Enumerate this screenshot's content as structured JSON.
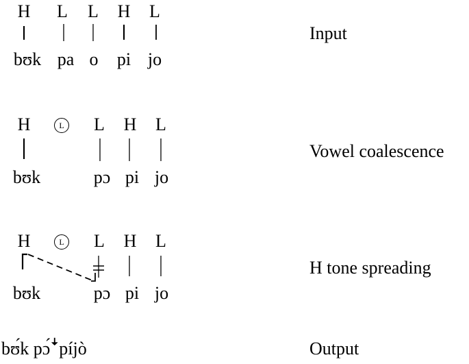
{
  "stages": [
    {
      "label": "Input",
      "tones": [
        "H",
        "L",
        "L",
        "H",
        "L"
      ],
      "syllables": [
        "bʊk",
        "pa",
        "o",
        "pi",
        "jo"
      ]
    },
    {
      "label": "Vowel coalescence",
      "tones": [
        "H",
        "L",
        "L",
        "H",
        "L"
      ],
      "floating_tone": "L",
      "syllables": [
        "bʊk",
        "pɔ",
        "pi",
        "jo"
      ]
    },
    {
      "label": "H tone spreading",
      "tones": [
        "H",
        "L",
        "L",
        "H",
        "L"
      ],
      "floating_tone": "L",
      "syllables": [
        "bʊk",
        "pɔ",
        "pi",
        "jo"
      ]
    }
  ],
  "output": {
    "form": "bʊ́k pɔ́ꜜpíjò",
    "label": "Output"
  }
}
